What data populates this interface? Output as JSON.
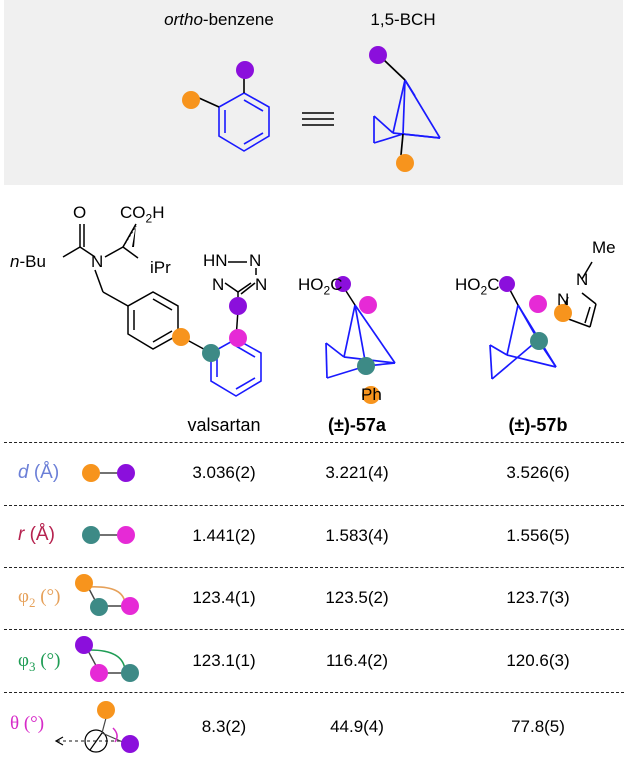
{
  "header_box": {
    "ortho_label_italic": "ortho",
    "ortho_label_rest": "-benzene",
    "bch_label": "1,5-BCH",
    "background": "#f0f0f0"
  },
  "structures": {
    "valsartan": {
      "oxygen": "O",
      "co2h_main": "CO",
      "co2h_sub": "2",
      "co2h_end": "H",
      "nbu": "n",
      "nbu_rest": "-Bu",
      "nitrogen": "N",
      "ipr": "iPr",
      "tetrazole_nh": "HN",
      "tetrazole_n1": "N",
      "tetrazole_n2": "N",
      "tetrazole_n3": "N"
    },
    "c57a": {
      "ho2c_main": "HO",
      "ho2c_sub": "2",
      "ho2c_end": "C",
      "ph": "Ph"
    },
    "c57b": {
      "ho2c_main": "HO",
      "ho2c_sub": "2",
      "ho2c_end": "C",
      "me": "Me",
      "n1": "N",
      "n2": "N"
    }
  },
  "table": {
    "columns": [
      "valsartan",
      "(±)-57a",
      "(±)-57b"
    ],
    "rows": [
      {
        "symbol": "d",
        "unit": " (Å)",
        "values": [
          "3.036(2)",
          "3.221(4)",
          "3.526(6)"
        ]
      },
      {
        "symbol": "r",
        "unit": " (Å)",
        "values": [
          "1.441(2)",
          "1.583(4)",
          "1.556(5)"
        ]
      },
      {
        "symbol": "φ",
        "sub": "2",
        "unit": " (°)",
        "values": [
          "123.4(1)",
          "123.5(2)",
          "123.7(3)"
        ]
      },
      {
        "symbol": "φ",
        "sub": "3",
        "unit": " (°)",
        "values": [
          "123.1(1)",
          "116.4(2)",
          "120.6(3)"
        ]
      },
      {
        "symbol": "θ",
        "unit": " (°)",
        "values": [
          "8.3(2)",
          "44.9(4)",
          "77.8(5)"
        ]
      }
    ]
  },
  "colors": {
    "orange": "#f7941d",
    "purple": "#8b0fdc",
    "teal": "#3d8a86",
    "magenta": "#e62ad6",
    "blue": "#1a1aff",
    "d_label": "#6b7fd7",
    "r_label": "#b6224f",
    "phi2_label": "#e6a15a",
    "phi3_label": "#1f9d55",
    "theta_label": "#d62bc8"
  }
}
